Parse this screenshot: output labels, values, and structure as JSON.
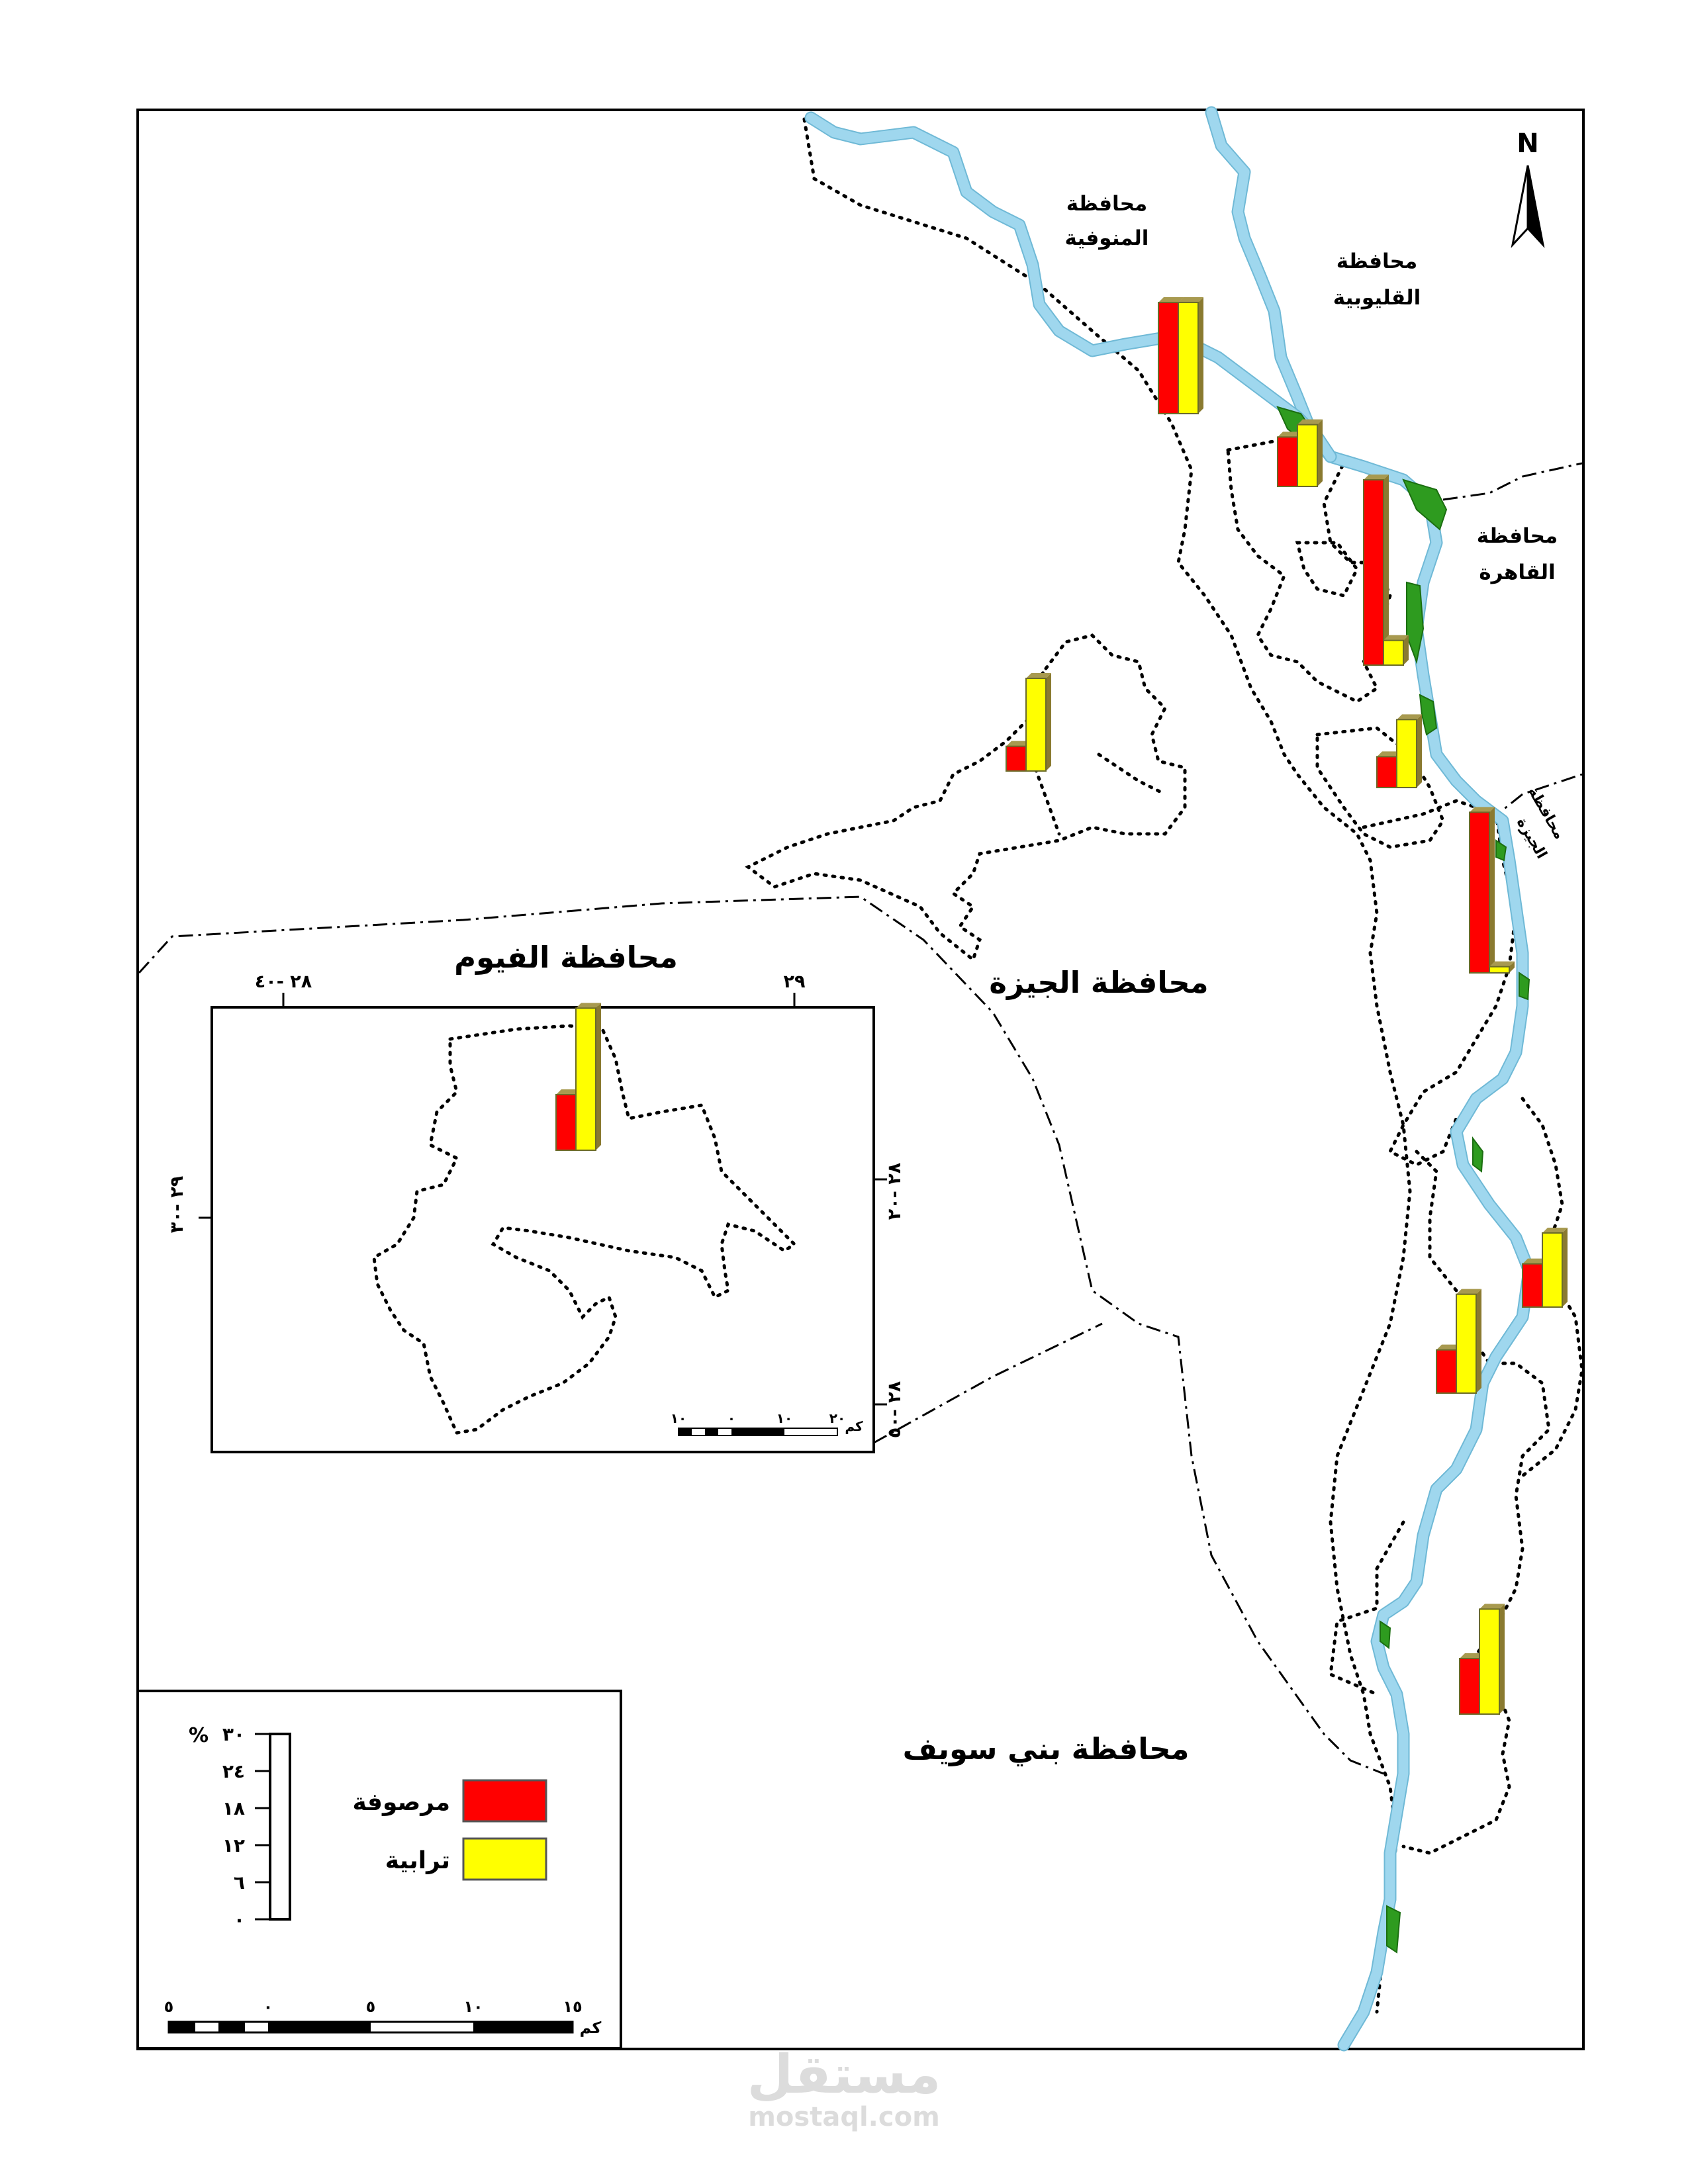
{
  "labels": {
    "north": "N",
    "menoufia": [
      "محافظة",
      "المنوفية"
    ],
    "qalyubia": [
      "محافظة",
      "القليوبية"
    ],
    "cairo": [
      "محافظة",
      "القاهرة"
    ],
    "giza_small": [
      "محافظة",
      "الجيزة"
    ],
    "giza": "محافظة الجيزة",
    "fayoum": "محافظة الفيوم",
    "beni_suef": "محافظة بني سويف"
  },
  "inset": {
    "top_ticks": [
      "٢٨ -٤٠",
      "٢٩"
    ],
    "left_ticks": [
      "٢٩ -٣٠"
    ],
    "right_ticks": [
      "٢٨ -٢٠",
      "٢٨ -٥٠"
    ],
    "scale_labels": [
      "١٠",
      "٠",
      "١٠",
      "٢٠",
      "كم"
    ],
    "chart": {
      "paved": 9,
      "dirt": 23
    }
  },
  "legend": {
    "percent_symbol": "%",
    "ticks": [
      "٣٠",
      "٢٤",
      "١٨",
      "١٢",
      "٦",
      "٠"
    ],
    "max": 30,
    "items": [
      {
        "label": "مرصوفة",
        "color": "#ff0000"
      },
      {
        "label": "ترابية",
        "color": "#ffff00"
      }
    ],
    "scale_labels": [
      "٥",
      "٠",
      "٥",
      "١٠",
      "١٥",
      "كم"
    ]
  },
  "colors": {
    "paved": "#ff0000",
    "dirt": "#ffff00",
    "river": "#9fd7ee",
    "vegetation": "#2e9b1f"
  },
  "chart_data": {
    "type": "bar",
    "series": [
      {
        "name": "مرصوفة"
      },
      {
        "name": "ترابية"
      }
    ],
    "unit": "%",
    "ylim": [
      0,
      30
    ],
    "points": [
      {
        "paved": 18,
        "dirt": 18
      },
      {
        "paved": 8,
        "dirt": 10
      },
      {
        "paved": 30,
        "dirt": 4
      },
      {
        "paved": 5,
        "dirt": 11
      },
      {
        "paved": 26,
        "dirt": 1
      },
      {
        "paved": 7,
        "dirt": 12
      },
      {
        "paved": 7,
        "dirt": 16
      },
      {
        "paved": 9,
        "dirt": 17
      },
      {
        "paved": 4,
        "dirt": 15
      }
    ],
    "watermark": [
      "مستقل",
      "mostaql.com"
    ]
  }
}
